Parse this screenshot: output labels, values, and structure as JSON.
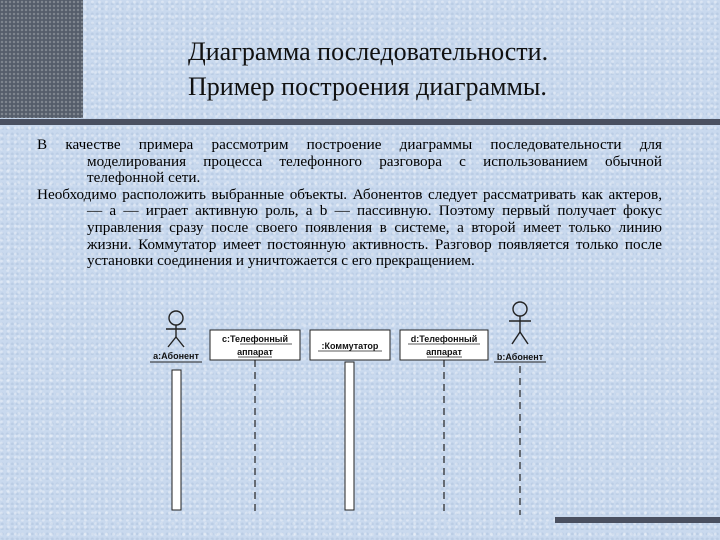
{
  "title": {
    "line1": "Диаграмма последовательности.",
    "line2": "Пример построения диаграммы."
  },
  "paragraphs": [
    "В качестве примера рассмотрим построение диаграммы последовательности для моделирования процесса телефонного разговора с использованием обычной телефонной сети.",
    "Необходимо расположить выбранные объекты. Абонентов следует рассматривать как актеров,— а — играет активную роль, а b — пассивную. Поэтому первый получает фокус управления сразу после своего появления в системе, а второй имеет только линию жизни. Коммутатор имеет постоянную активность. Разговор появляется только после установки соединения и уничтожается с его прекращением."
  ],
  "diagram": {
    "actor_a": "a:Абонент",
    "phone_c_line1": "c:Телефонный",
    "phone_c_line2": "аппарат",
    "switch": ":Коммутатор",
    "phone_d_line1": "d:Телефонный",
    "phone_d_line2": "аппарат",
    "actor_b": "b:Абонент"
  }
}
